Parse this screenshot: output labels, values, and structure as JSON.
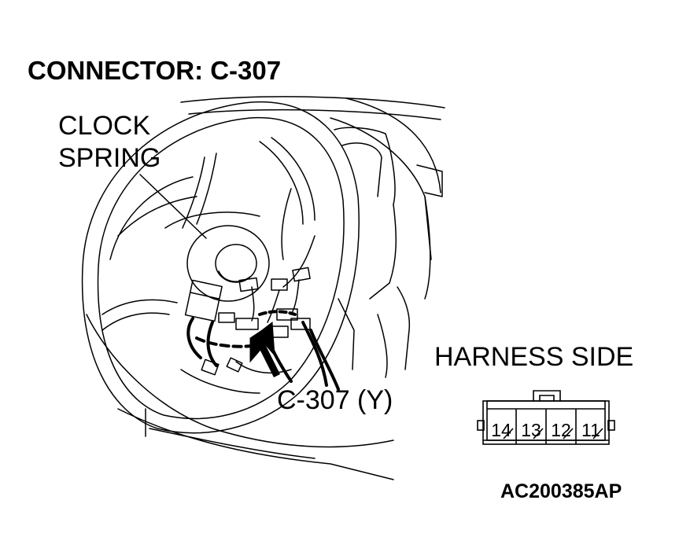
{
  "title": "CONNECTOR: C-307",
  "clock_spring_label": {
    "line1": "CLOCK",
    "line2": "SPRING"
  },
  "connector_label": "C-307 (Y)",
  "harness_side_label": "HARNESS SIDE",
  "connector_pins": [
    "14",
    "13",
    "12",
    "11"
  ],
  "figure_id": "AC200385AP",
  "colors": {
    "ink": "#000000",
    "background": "#ffffff"
  }
}
